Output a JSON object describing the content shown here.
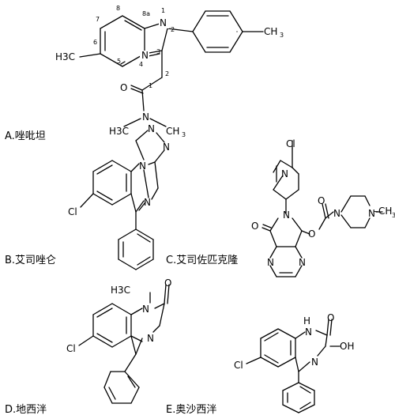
{
  "captions": {
    "a": "A.唑吡坦",
    "b": "B.艾司唑仑",
    "c": "C.艾司佐匹克隆",
    "d": "D.地西泮",
    "e": "E.奥沙西泮"
  },
  "atoms": {
    "N": "N",
    "O": "O",
    "Cl": "Cl",
    "H3C": "H3C",
    "NH": "N",
    "H": "H",
    "OH": "OH"
  },
  "ring_numbers": {
    "n1": "1",
    "n2": "2",
    "n3": "3",
    "n4": "4",
    "n5": "5",
    "n6": "6",
    "n7": "7",
    "n8": "8",
    "n8a": "8a",
    "side1": "1",
    "side2": "2"
  }
}
